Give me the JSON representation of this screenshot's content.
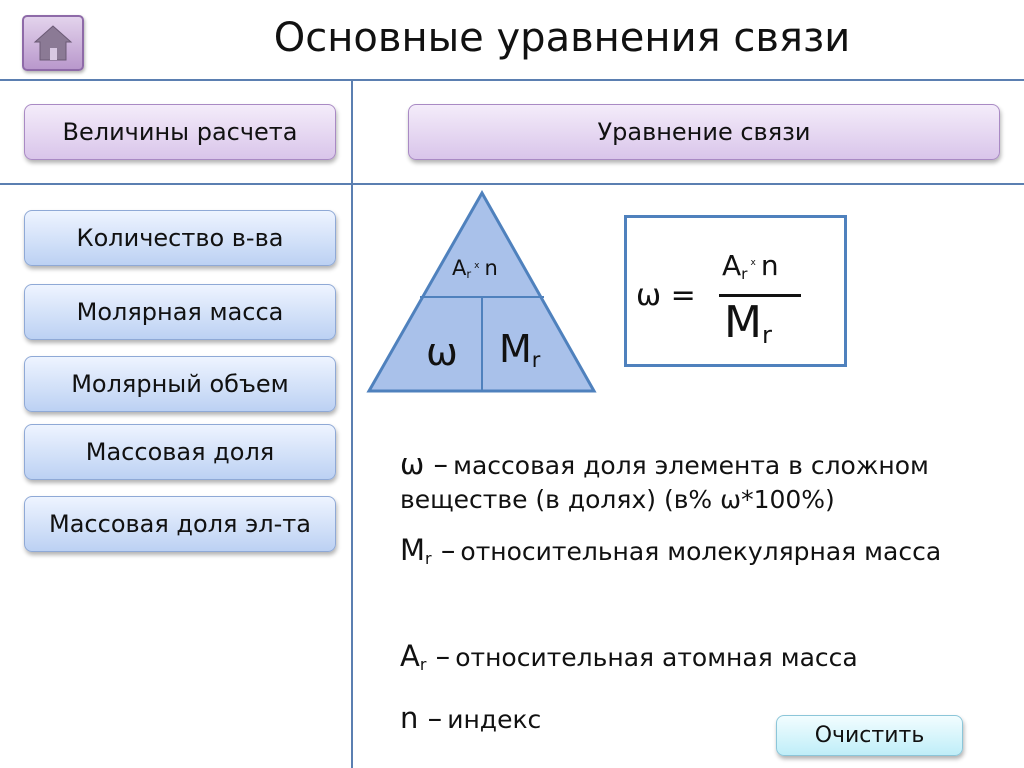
{
  "header": {
    "title": "Основные уравнения связи",
    "home_icon": "home-icon"
  },
  "tabs": {
    "values_label": "Величины расчета",
    "equation_label": "Уравнение связи"
  },
  "sidebar": {
    "items": [
      {
        "label": "Количество в-ва"
      },
      {
        "label": "Молярная масса"
      },
      {
        "label": "Молярный объем"
      },
      {
        "label": "Массовая доля"
      },
      {
        "label": "Массовая доля эл-та"
      }
    ]
  },
  "triangle": {
    "top_a": "A",
    "top_sub": "r",
    "top_times": "x",
    "top_n": "n",
    "left": "ω",
    "right_m": "M",
    "right_sub": "r"
  },
  "formula": {
    "lhs": "ω =",
    "num_a": "A",
    "num_sub": "r",
    "num_times": "x",
    "num_n": "n",
    "den_m": "M",
    "den_sub": "r"
  },
  "legend": {
    "omega_sym": "ω –",
    "omega_text": "массовая доля элемента в сложном веществе (в долях) (в% ω*100%)",
    "mr_sym": "M",
    "mr_sub": "r",
    "mr_dash": "–",
    "mr_text": "относительная молекулярная масса",
    "ar_sym": "A",
    "ar_sub": "r",
    "ar_dash": "–",
    "ar_text": "относительная атомная масса",
    "n_sym": "n –",
    "n_text": "индекс"
  },
  "actions": {
    "clear_label": "Очистить"
  },
  "colors": {
    "line": "#5b7fb1",
    "triangle_fill": "#a9c1ea",
    "formula_border": "#4f81bd"
  }
}
